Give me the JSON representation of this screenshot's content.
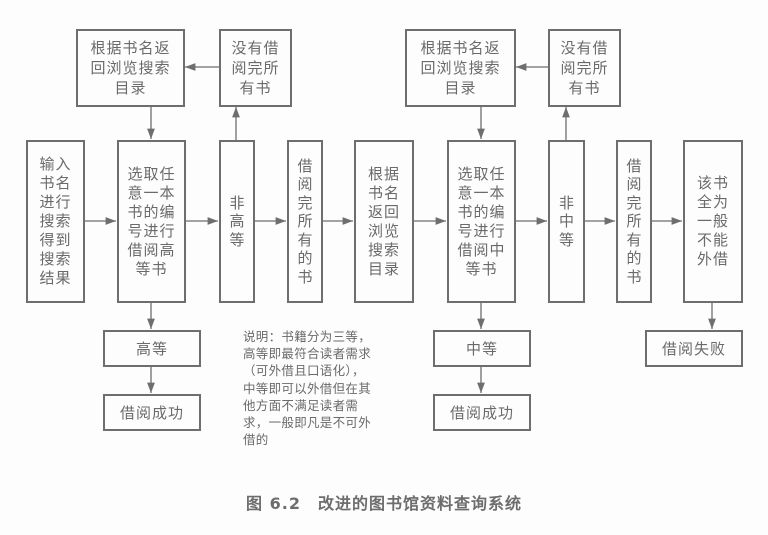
{
  "diagram": {
    "left_section": {
      "return_browse_box": "根据书名返回浏览搜索目录",
      "not_all_borrowed_box": "没有借阅完所有书",
      "input_search_box": "输入书名进行搜索得到搜索结果",
      "select_book_box": "选取任意一本书的编号进行借阅高等书",
      "not_high_box": "非高等",
      "all_borrowed_box": "借阅完所有的书",
      "high_box": "高等",
      "success_box": "借阅成功"
    },
    "right_section": {
      "return_browse_box_top": "根据书名返回浏览搜索目录",
      "not_all_borrowed_box": "没有借阅完所有书",
      "return_browse_box": "根据书名返回浏览搜索目录",
      "select_book_box": "选取任意一本书的编号进行借阅中等书",
      "not_medium_box": "非中等",
      "all_borrowed_box": "借阅完所有的书",
      "all_general_box": "该书全为一般不能外借",
      "medium_box": "中等",
      "success_box": "借阅成功",
      "fail_box": "借阅失败"
    },
    "note": "说明：书籍分为三等，高等即最符合读者需求（可外借且口语化），中等即可以外借但在其他方面不满足读者需求，一般即凡是不可外借的",
    "caption": "图 6.2　改进的图书馆资料查询系统",
    "colors": {
      "line": "#6e6e6e",
      "text": "#6a6a6a",
      "background": "#fdfdfd"
    }
  }
}
